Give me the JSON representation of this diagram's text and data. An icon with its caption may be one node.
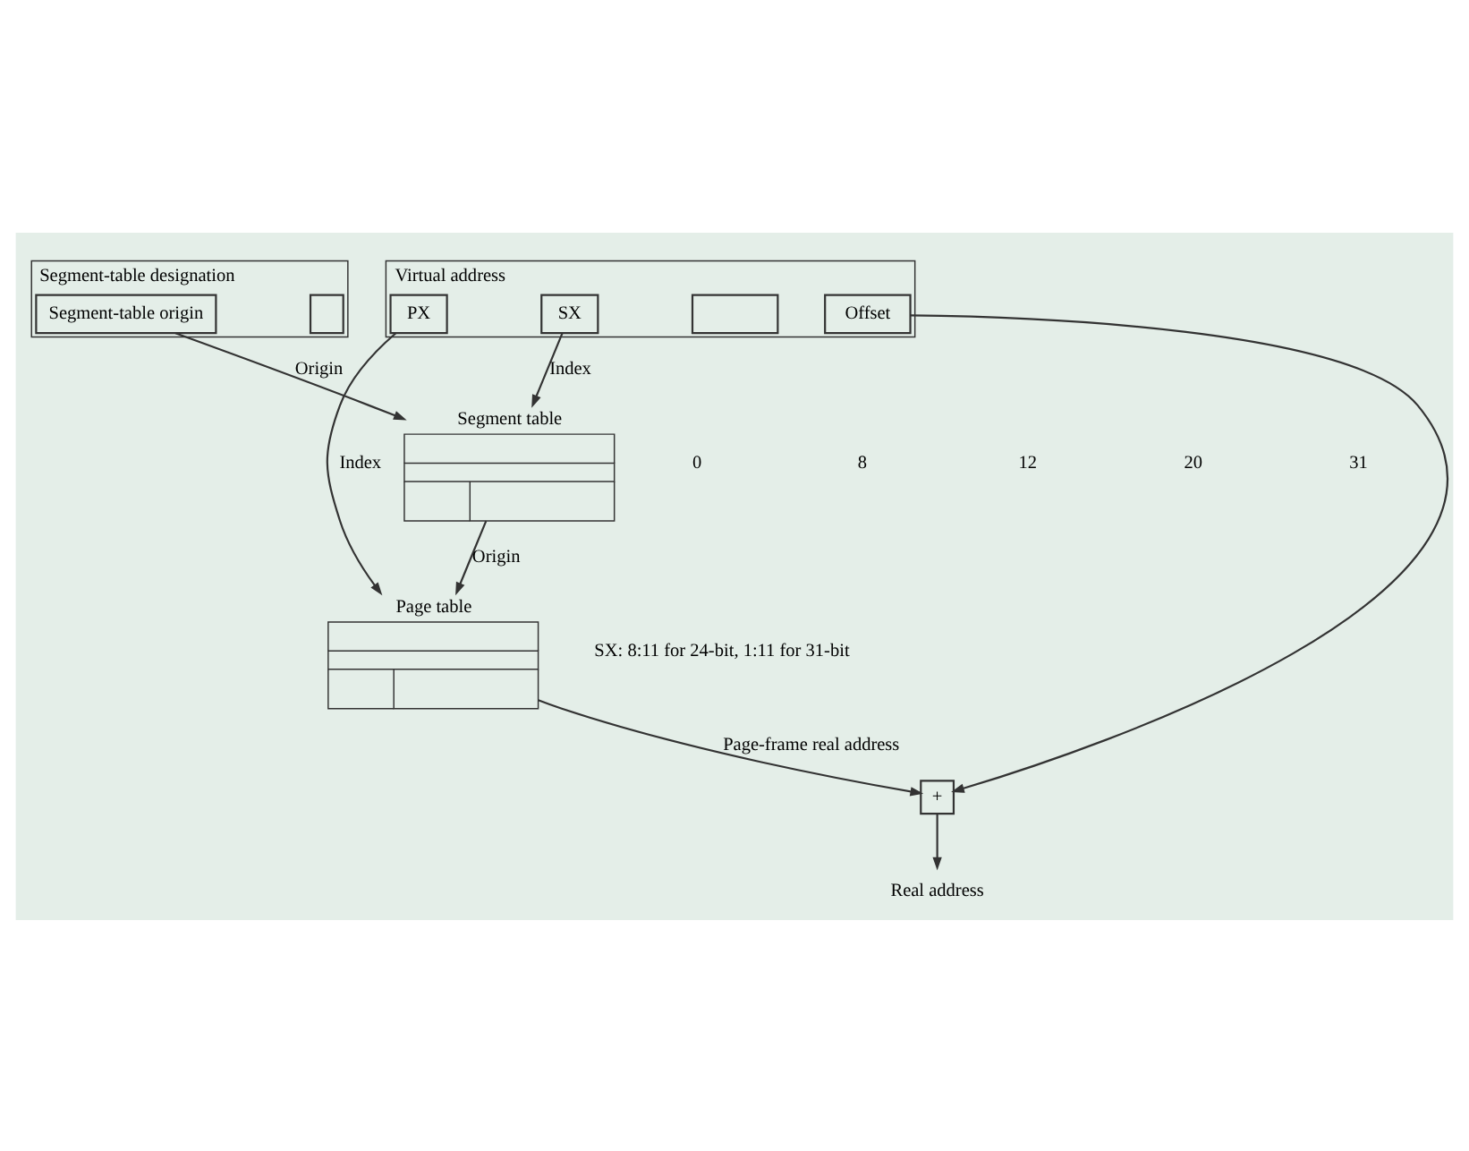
{
  "diagram": {
    "nodes": [
      {
        "text": [
          "Segment-table designation"
        ]
      },
      {
        "text": [
          "Segment-table origin"
        ],
        "in": 0
      },
      {
        "text": [],
        "shape": "box",
        "in": 0
      },
      {
        "text": [
          "Virtual address"
        ]
      },
      {
        "text": [],
        "shape": "box",
        "in": 3
      },
      {
        "text": [
          "SX"
        ],
        "in": 3
      },
      {
        "text": [
          "PX"
        ],
        "in": 3
      },
      {
        "text": [
          "Offset"
        ],
        "in": 3
      },
      {
        "text": [
          "Segment table"
        ]
      },
      {
        "text": [
          "Page table"
        ]
      },
      {
        "text": [
          "+"
        ]
      },
      {
        "text": [
          "Real address"
        ]
      }
    ],
    "edges": [
      {
        "from": 1,
        "to": 8,
        "arrow": "to",
        "label": "Origin"
      },
      {
        "from": 5,
        "to": 8,
        "arrow": "to",
        "label": "Index"
      },
      {
        "from": 8,
        "to": 9,
        "arrow": "to",
        "label": "Origin"
      },
      {
        "from": 6,
        "to": 9,
        "arrow": "to",
        "label": "Index"
      },
      {
        "from": 9,
        "to": 10,
        "arrow": "to",
        "label": "Page-frame real address"
      },
      {
        "from": 7,
        "to": 10,
        "arrow": "to"
      },
      {
        "from": 10,
        "to": 11,
        "arrow": "to"
      }
    ],
    "labels": [
      "0",
      "8",
      "12",
      "20",
      "31",
      "SX: 8:11 for 24-bit, 1:11 for 31-bit"
    ]
  }
}
